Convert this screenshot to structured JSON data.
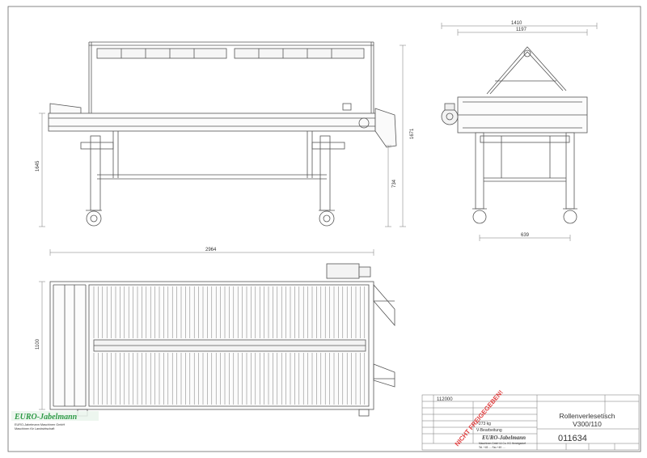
{
  "dimensions": {
    "side_length": "2964",
    "side_height": "1645",
    "conveyor_height": "1671",
    "frame_height": "734",
    "end_width_outer": "1410",
    "end_width_inner": "1197",
    "end_leg_spacing": "639",
    "top_width": "1100"
  },
  "title_block": {
    "drawing_number": "112000",
    "product_title_line1": "Rollenverlesetisch",
    "product_title_line2": "V300/110",
    "part_number": "011634",
    "weight": "~273 kg",
    "surface": "V-Bearbeitung",
    "stamp": "NICHT FREIGEGEBEN!",
    "company_logo": "EURO-Jabelmann",
    "company_address_line1": "Maschinen GmbH & Co. KG Hennigsdorf",
    "company_address_line2": "Tel. +49 .... Fax +49 ...."
  },
  "watermark": {
    "logo": "EURO-Jabelmann",
    "line1": "EURO-Jabelmann Maschinen GmbH",
    "line2": "Maschinen für Landwirtschaft"
  },
  "colors": {
    "line": "#555555",
    "dim": "#777777",
    "stamp": "#e04040",
    "logo": "#2e9a46"
  }
}
